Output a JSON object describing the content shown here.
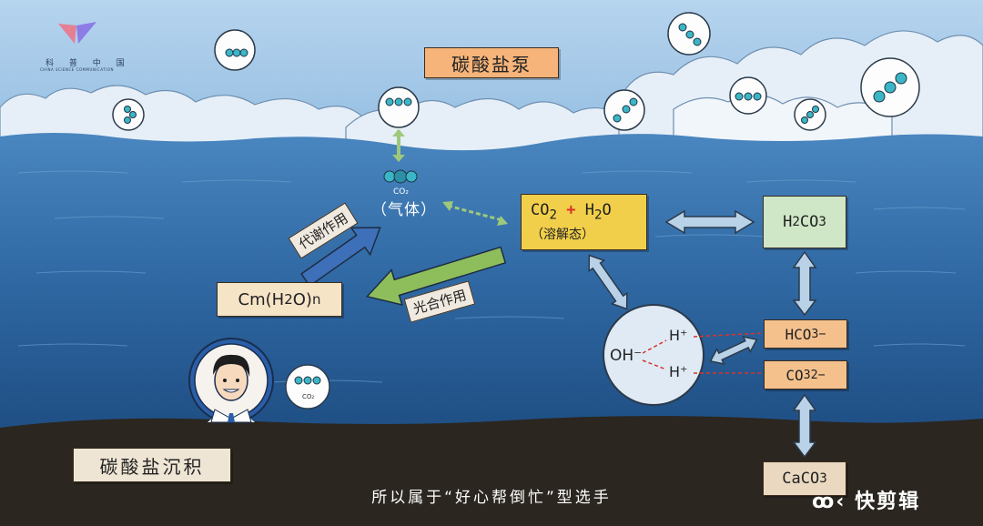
{
  "title": "碳酸盐泵",
  "logo": {
    "text": "科 普 中 国",
    "subtext": "CHINA SCIENCE COMMUNICATION"
  },
  "gas": {
    "co2_label": "CO₂",
    "state_label": "（气体）"
  },
  "boxes": {
    "co2_h2o_main": [
      "CO",
      "2",
      "+",
      "H",
      "2",
      "O"
    ],
    "dissolved_state": "（溶解态）",
    "h2co3": [
      "H",
      "2",
      "CO",
      "3"
    ],
    "organic": [
      "Cm(H",
      "2",
      "O)",
      "n"
    ],
    "hco3": [
      "HCO",
      "3",
      "−"
    ],
    "co3": [
      "CO",
      "3",
      "2−"
    ],
    "caco3": [
      "CaCO",
      "3"
    ],
    "sediment": "碳酸盐沉积"
  },
  "arrows": {
    "metabolism": "代谢作用",
    "photosynthesis": "光合作用"
  },
  "ions": {
    "oh": "OH⁻",
    "h_plus": "H⁺"
  },
  "bubble_co2": "CO₂",
  "subtitle": "所以属于“好心帮倒忙”型选手",
  "watermark": "快剪辑",
  "colors": {
    "sky": "#9cc3e4",
    "cloud": "#e9f2f9",
    "sea_top": "#3d7bb5",
    "sea_bottom": "#1e4e82",
    "seabed": "#2b2620",
    "title_box": "#f6b47a",
    "co2_box": "#f1cf4a",
    "h2co3_box": "#cfe7c6",
    "carbonate_box": "#f4c18d"
  }
}
